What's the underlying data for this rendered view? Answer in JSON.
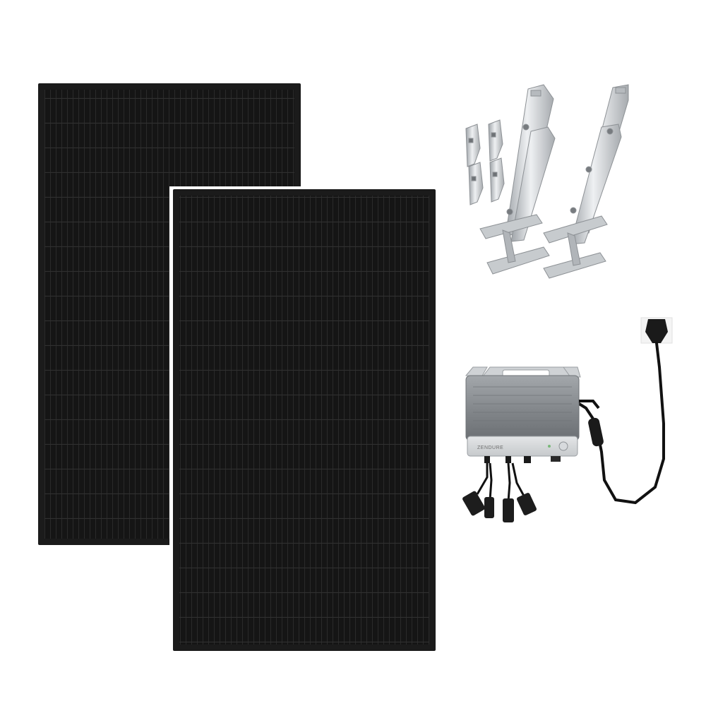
{
  "scene": {
    "background": "#ffffff",
    "items": [
      {
        "name": "solar-panel-back",
        "count": 1
      },
      {
        "name": "solar-panel-front",
        "count": 1
      },
      {
        "name": "mounting-bracket",
        "count": 2
      },
      {
        "name": "mounting-clip",
        "count": 4
      },
      {
        "name": "micro-inverter",
        "count": 1
      },
      {
        "name": "power-cable-with-plug",
        "count": 1
      }
    ]
  },
  "inverter": {
    "brand_text": "ZENDURE"
  },
  "colors": {
    "panel_frame": "#1b1b1b",
    "panel_cell": "#141414",
    "cell_line": "#2b2b2b",
    "bracket_metal": "#cfd3d6",
    "inverter_body": "#8e9296",
    "cable": "#111111"
  }
}
